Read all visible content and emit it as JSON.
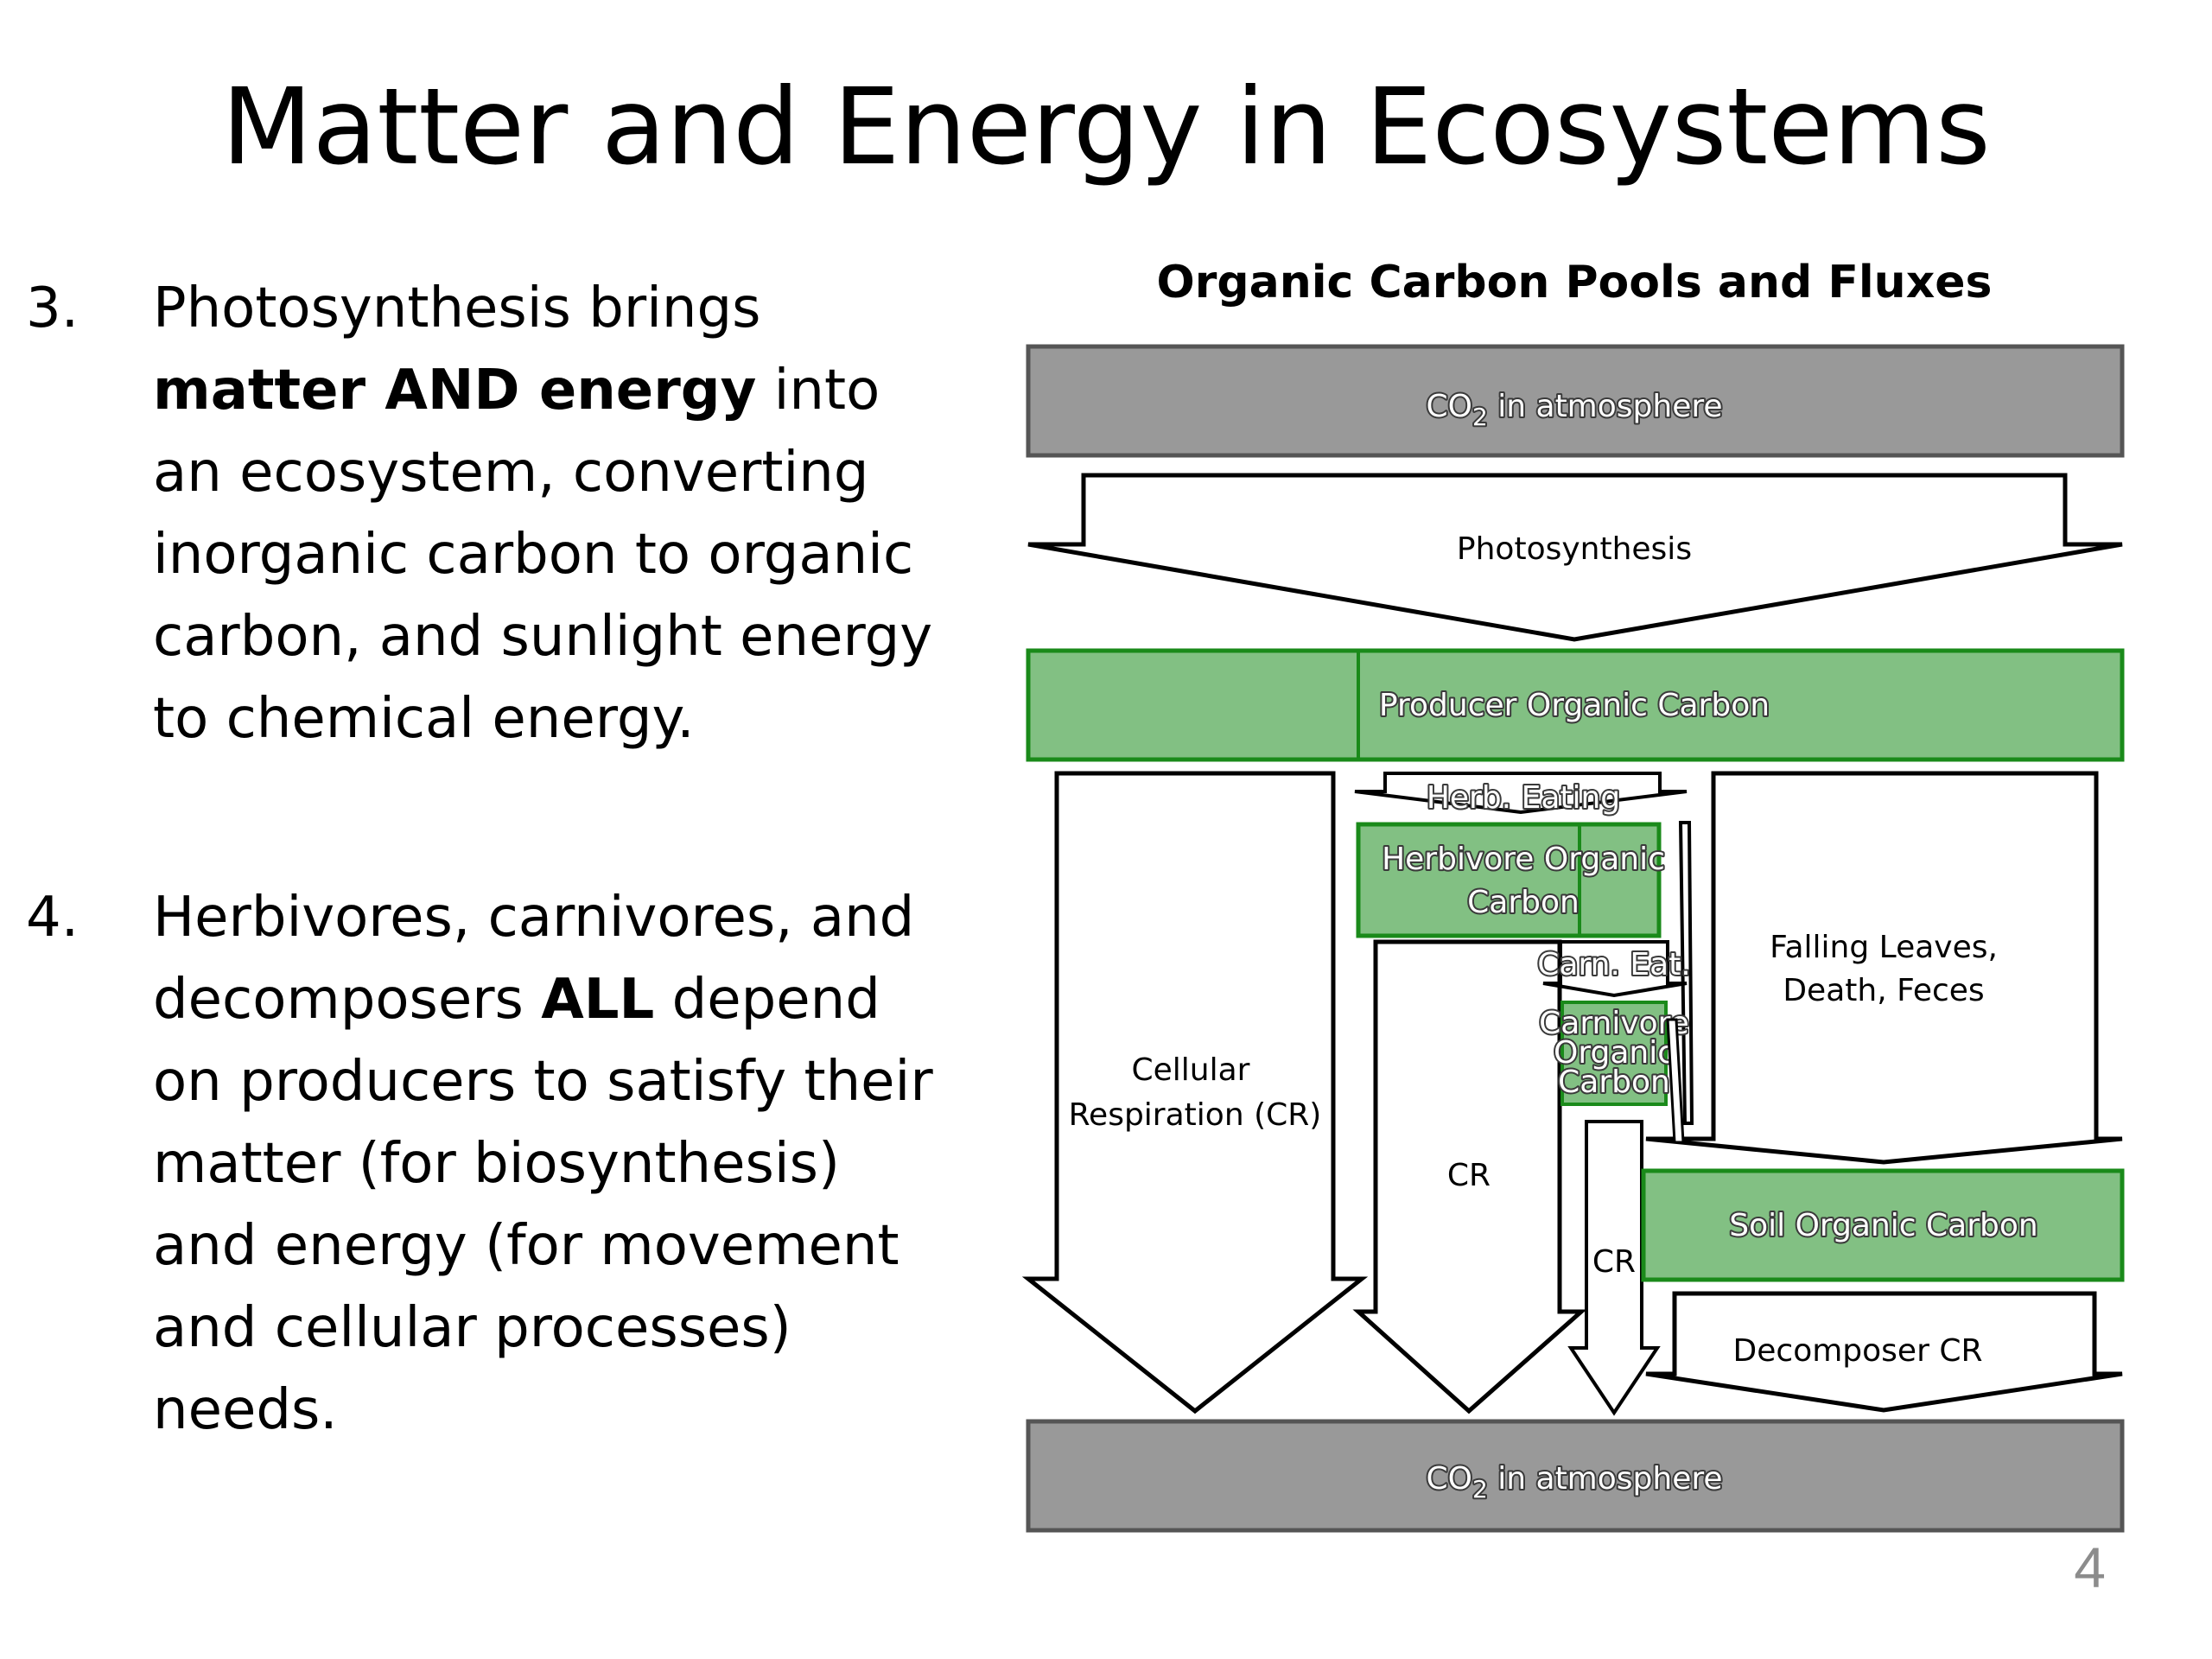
{
  "slide": {
    "title": "Matter and Energy in Ecosystems",
    "page_number": "4"
  },
  "list": [
    {
      "number": "3.",
      "segments": [
        {
          "text": "Photosynthesis brings ",
          "bold": false
        },
        {
          "text": "matter AND energy",
          "bold": true
        },
        {
          "text": " into an ecosystem, converting inorganic carbon to organic carbon, and sunlight energy to chemical energy.",
          "bold": false
        }
      ]
    },
    {
      "number": "4.",
      "segments": [
        {
          "text": "Herbivores, carnivores, and decomposers ",
          "bold": false
        },
        {
          "text": "ALL",
          "bold": true
        },
        {
          "text": " depend on producers to satisfy their matter (for biosynthesis) and energy (for movement and cellular processes) needs.",
          "bold": false
        }
      ]
    }
  ],
  "diagram": {
    "title": "Organic Carbon Pools and Fluxes",
    "colors": {
      "atmosphere_fill": "#999999",
      "organic_fill": "#82c083",
      "organic_border": "#1a8a1a",
      "arrow_fill": "#ffffff",
      "arrow_stroke": "#000000"
    },
    "pools": {
      "co2_top": {
        "main": "CO",
        "sub": "2",
        "rest": " in atmosphere"
      },
      "producer": "Producer Organic Carbon",
      "herbivore": [
        "Herbivore Organic",
        "Carbon"
      ],
      "carnivore": [
        "Carnivore",
        "Organic",
        "Carbon"
      ],
      "soil": "Soil Organic Carbon",
      "co2_bottom": {
        "main": "CO",
        "sub": "2",
        "rest": " in atmosphere"
      }
    },
    "fluxes": {
      "photosynthesis": "Photosynthesis",
      "herb_eating": "Herb. Eating",
      "carn_eat": "Carn. Eat.",
      "cellular_respiration": [
        "Cellular",
        "Respiration (CR)"
      ],
      "falling_leaves": [
        "Falling Leaves,",
        "Death, Feces"
      ],
      "cr_herbivore": "CR",
      "cr_carnivore": "CR",
      "decomposer_cr": "Decomposer CR"
    }
  }
}
